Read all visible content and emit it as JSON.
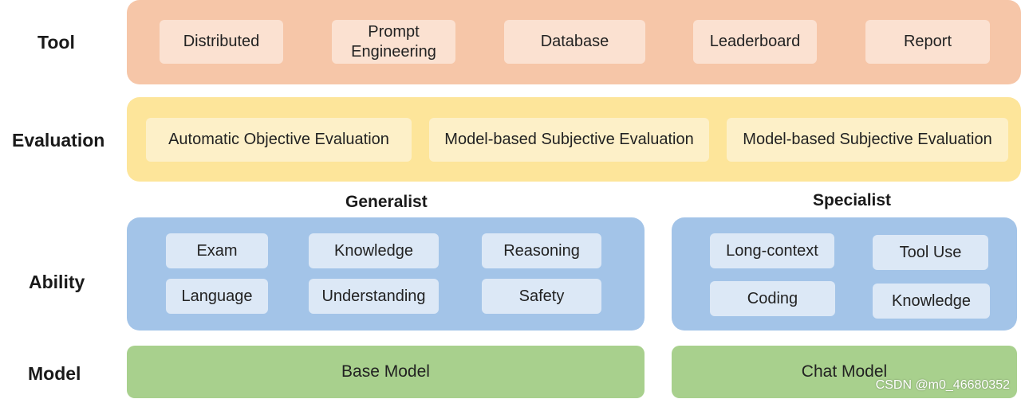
{
  "rows": {
    "tool": {
      "label": "Tool",
      "items": [
        "Distributed",
        "Prompt\nEngineering",
        "Database",
        "Leaderboard",
        "Report"
      ]
    },
    "evaluation": {
      "label": "Evaluation",
      "items": [
        "Automatic Objective Evaluation",
        "Model-based Subjective Evaluation",
        "Model-based Subjective Evaluation"
      ]
    },
    "ability": {
      "label": "Ability",
      "generalist": {
        "title": "Generalist",
        "items": [
          "Exam",
          "Knowledge",
          "Reasoning",
          "Language",
          "Understanding",
          "Safety"
        ]
      },
      "specialist": {
        "title": "Specialist",
        "items": [
          "Long-context",
          "Tool Use",
          "Coding",
          "Knowledge"
        ]
      }
    },
    "model": {
      "label": "Model",
      "items": [
        "Base Model",
        "Chat Model"
      ]
    }
  },
  "watermark": "CSDN @m0_46680352",
  "colors": {
    "tool_band": "#f6c6a8",
    "tool_chip": "#fbe1d1",
    "eval_band": "#fde59a",
    "eval_chip": "#fdf0c8",
    "ability_band": "#a3c4e8",
    "ability_chip": "#dce8f6",
    "model_band": "#a8d08d"
  }
}
